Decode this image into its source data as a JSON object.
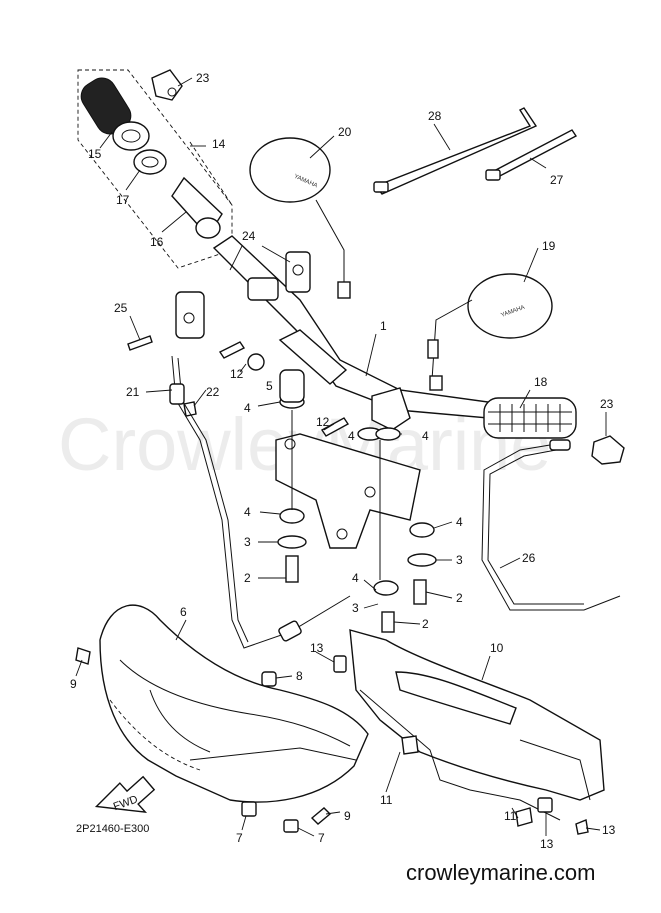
{
  "watermark": "CrowleyMarine",
  "footer_url": "crowleymarine.com",
  "diagram_code": "2P21460-E300",
  "mirror_brand": "YAMAHA",
  "fwd_label": "FWD",
  "callouts": {
    "c1": "1",
    "c2a": "2",
    "c2b": "2",
    "c2c": "2",
    "c3a": "3",
    "c3b": "3",
    "c3c": "3",
    "c4a": "4",
    "c4b": "4",
    "c4c": "4",
    "c4d": "4",
    "c4e": "4",
    "c4f": "4",
    "c5": "5",
    "c6": "6",
    "c7a": "7",
    "c7b": "7",
    "c8": "8",
    "c9a": "9",
    "c9b": "9",
    "c10": "10",
    "c11a": "11",
    "c11b": "11",
    "c12a": "12",
    "c12b": "12",
    "c13a": "13",
    "c13b": "13",
    "c13c": "13",
    "c14": "14",
    "c15": "15",
    "c16": "16",
    "c17": "17",
    "c18": "18",
    "c19": "19",
    "c20": "20",
    "c21": "21",
    "c22": "22",
    "c23a": "23",
    "c23b": "23",
    "c24": "24",
    "c25": "25",
    "c26": "26",
    "c27": "27",
    "c28": "28"
  }
}
